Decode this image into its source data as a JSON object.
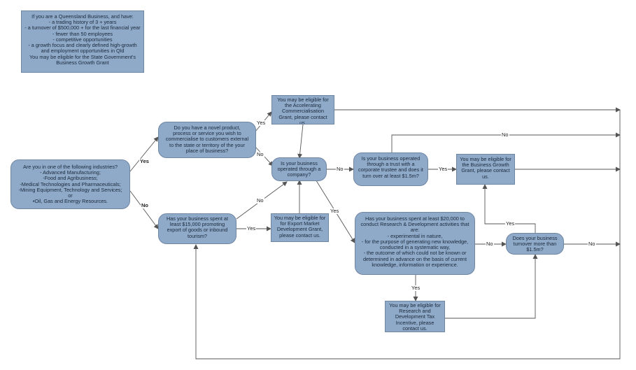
{
  "nodes": {
    "info": "If you are a Queensland Business, and have:\n- a trading history of 3 + years\n- a turnover of $500,000 + for the last financial year\n- fewer than 50 employees\n- competitive opportunities\n- a growth focus and clearly defined high-growth and employment opportunities in Qld\nYou may be eligible for the State Government's Business Growth Grant",
    "industries": "Are you in one of the following industries?\n- Advanced Manufacturing;\n-Food and Agribusiness;\n-Medical Technologies and Pharmaceuticals;\n-Mining Equipment, Technology and Services;\nor\n•Oil, Gas and Energy Resources.",
    "novel_product": "Do you have a novel product, process or service you wish to commercialise to customers external to the state or territory of the your place of business?",
    "export_spend": "Has your business spent at least $15,000 promoting export of goods or inbound tourism?",
    "accelerating": "You may be eligible for the Accelerating Commercialisation Grant, please contact us.",
    "company": "Is your business operated through a company?",
    "export_grant": "You may be eligible for for Export Market Development Grant, please contact us.",
    "trust": "Is your business operated through a trust with a corporate trustee and does it turn over at least $1.5m?",
    "business_growth": "You may be eligible for the Business Growth Grant, please contact us.",
    "rd_spend": "Has your business spent at least $20,000 to conduct Research & Development activities that are:\n- experimental in nature,\n- for the purpose of generating new knowledge, conducted in a systematic way,\n- the outcome of which could not be known or determined in advance on the basis of current knowledge, information or experience.",
    "turnover": "Does your business turnover more than $1.5m?",
    "rd_tax": "You may be eligible for Research and Development Tax Incentive, please contact us."
  },
  "edge_labels": {
    "yes_industries_novel": "Yes",
    "no_industries_export": "No",
    "yes_novel_accel": "Yes",
    "no_novel_company": "No",
    "no_export_company": "No",
    "yes_export_grant": "Yes",
    "no_company_trust": "No",
    "yes_company_rd": "Yes",
    "yes_trust_growth": "Yes",
    "no_trust_top": "No",
    "no_rd_turnover": "No",
    "yes_rd_tax": "Yes",
    "yes_turnover_growth": "Yes",
    "no_turnover_right": "No"
  },
  "colors": {
    "node_fill": "#8fa9c9",
    "node_border": "#6f86a3",
    "connector": "#555555"
  }
}
